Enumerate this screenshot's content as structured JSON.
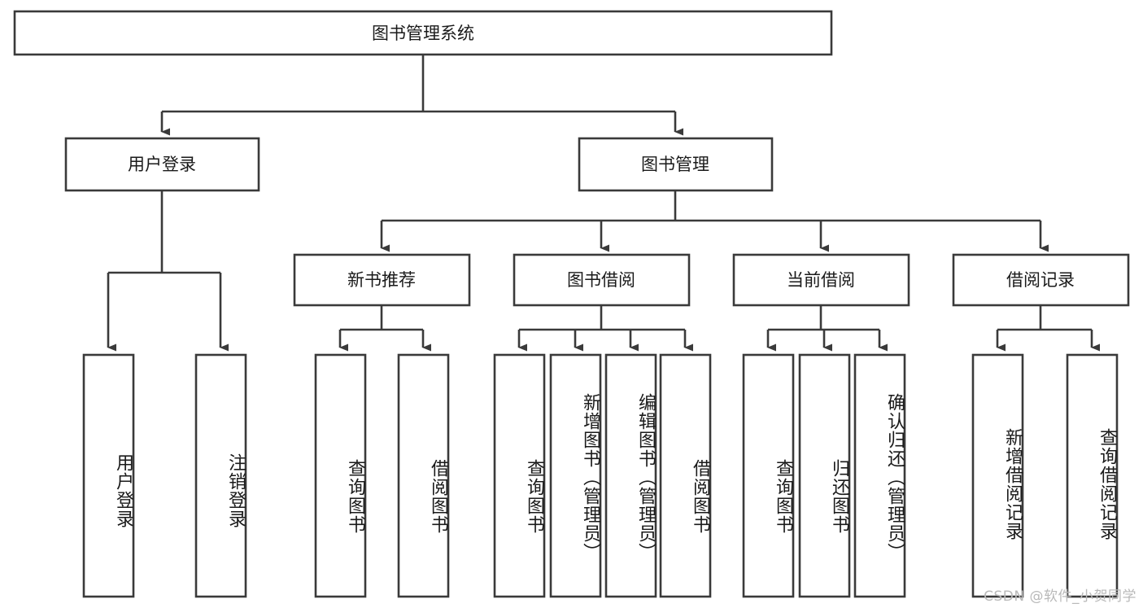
{
  "diagram": {
    "type": "tree-hierarchy-chart",
    "title": "图书管理系统",
    "watermark": "CSDN @软件_小贺同学",
    "colors": {
      "stroke": "#3a3a3a",
      "fill": "#ffffff",
      "text": "#1a1a1a",
      "watermark": "#b9b9b9"
    },
    "root": {
      "label": "图书管理系统"
    },
    "level2": [
      {
        "label": "用户登录"
      },
      {
        "label": "图书管理"
      }
    ],
    "level3": [
      {
        "label": "新书推荐"
      },
      {
        "label": "图书借阅"
      },
      {
        "label": "当前借阅"
      },
      {
        "label": "借阅记录"
      }
    ],
    "leaves": {
      "user_login": [
        {
          "label": "用户登录"
        },
        {
          "label": "注销登录"
        }
      ],
      "new_book_recommend": [
        {
          "label": "查询图书"
        },
        {
          "label": "借阅图书"
        }
      ],
      "book_borrow": [
        {
          "label": "查询图书"
        },
        {
          "label": "新增图书（管理员）"
        },
        {
          "label": "编辑图书（管理员）"
        },
        {
          "label": "借阅图书"
        }
      ],
      "current_borrow": [
        {
          "label": "查询图书"
        },
        {
          "label": "归还图书"
        },
        {
          "label": "确认归还（管理员）"
        }
      ],
      "borrow_record": [
        {
          "label": "新增借阅记录"
        },
        {
          "label": "查询借阅记录"
        }
      ]
    }
  }
}
